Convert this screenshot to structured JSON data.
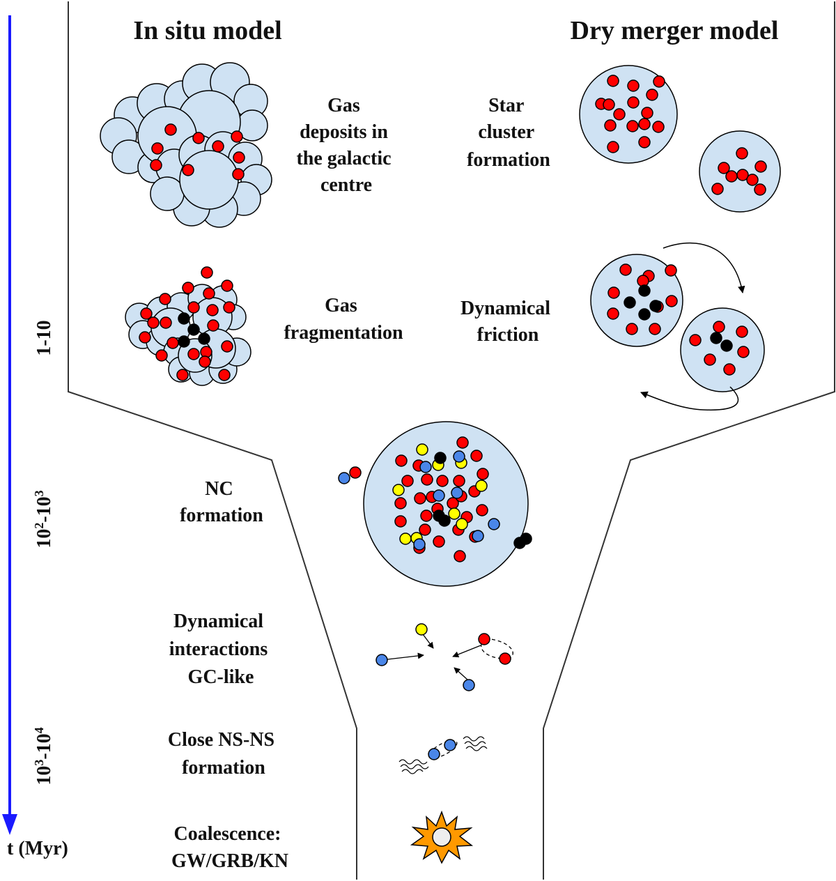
{
  "headers": {
    "in_situ": "In situ model",
    "dry_merger": "Dry merger model"
  },
  "labels": {
    "gas_deposits": [
      "Gas",
      "deposits in",
      "the galactic",
      "centre"
    ],
    "star_cluster": [
      "Star",
      "cluster",
      "formation"
    ],
    "gas_fragmentation": [
      "Gas",
      "fragmentation"
    ],
    "dynamical_friction": [
      "Dynamical",
      "friction"
    ],
    "nc_formation": [
      "NC",
      "formation"
    ],
    "dynamical_interactions": [
      "Dynamical",
      "interactions",
      "GC-like"
    ],
    "close_nsns": [
      "Close NS-NS",
      "formation"
    ],
    "coalescence": [
      "Coalescence:",
      "GW/GRB/KN"
    ]
  },
  "axis": {
    "unit_label": "t (Myr)",
    "range_1": "1-10",
    "range_2_base1": "10",
    "range_2_exp1": "2",
    "range_2_base2": "-10",
    "range_2_exp2": "3",
    "range_3_base1": "10",
    "range_3_exp1": "3",
    "range_3_base2": "-10",
    "range_3_exp2": "4"
  },
  "colors": {
    "axis_arrow": "#1a1aff",
    "gas": "#cfe2f3",
    "star": "#ff0000",
    "black_hole": "#000000",
    "neutron_star": "#4a86e8",
    "white_dwarf": "#ffff00",
    "explosion": "#ff9900",
    "outline": "#000000"
  }
}
